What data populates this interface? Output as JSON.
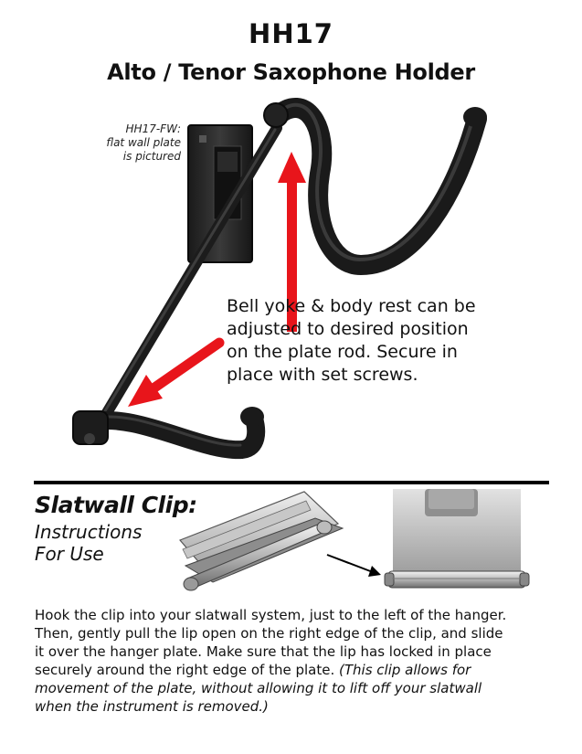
{
  "header": {
    "title": "HH17",
    "subtitle": "Alto / Tenor Saxophone Holder"
  },
  "photo_caption": {
    "lines": [
      "HH17-FW:",
      "flat wall plate",
      "is pictured"
    ]
  },
  "callout": {
    "lines": [
      "Bell yoke & body rest can be",
      "adjusted to desired position",
      "on the plate rod. Secure in",
      "place with set screws."
    ],
    "arrow_color": "#e8151b"
  },
  "slatwall": {
    "heading": "Slatwall Clip:",
    "subheading_lines": [
      "Instructions",
      "For Use"
    ]
  },
  "instructions": {
    "lines": [
      "Hook the clip into your slatwall system, just to the left of the hanger.",
      "Then, gently pull the lip open on the right edge of the clip, and slide",
      "it over the hanger plate.  Make sure that the lip has locked in place",
      "securely around the right edge of the plate."
    ],
    "italic_inline": " (This clip allows for",
    "italic_lines": [
      "movement of the plate, without allowing it to lift off your slatwall",
      "when the instrument is removed.)"
    ]
  }
}
